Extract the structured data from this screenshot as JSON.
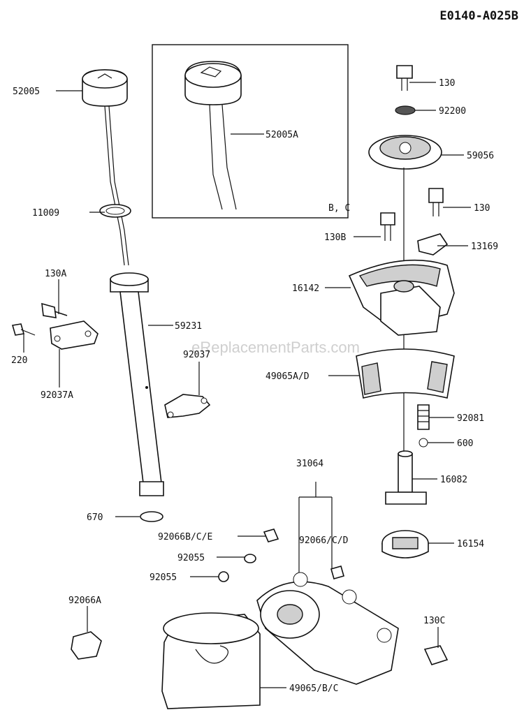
{
  "diagram_code": "E0140-A025B",
  "watermark": "eReplacementParts.com",
  "inset_label": "B, C",
  "callouts": {
    "c52005": "52005",
    "c52005A": "52005A",
    "c11009": "11009",
    "c130A": "130A",
    "c220": "220",
    "c92037A": "92037A",
    "c59231": "59231",
    "c92037": "92037",
    "c670": "670",
    "c130_top": "130",
    "c92200": "92200",
    "c59056": "59056",
    "c130_mid": "130",
    "c130B": "130B",
    "c13169": "13169",
    "c16142": "16142",
    "c49065AD": "49065A/D",
    "c92081": "92081",
    "c600": "600",
    "c16082": "16082",
    "c31064": "31064",
    "c92066BCE": "92066B/C/E",
    "c92066CD": "92066/C/D",
    "c16154": "16154",
    "c92055a": "92055",
    "c92055b": "92055",
    "c92066A": "92066A",
    "c130C": "130C",
    "c49065BC": "49065/B/C"
  }
}
